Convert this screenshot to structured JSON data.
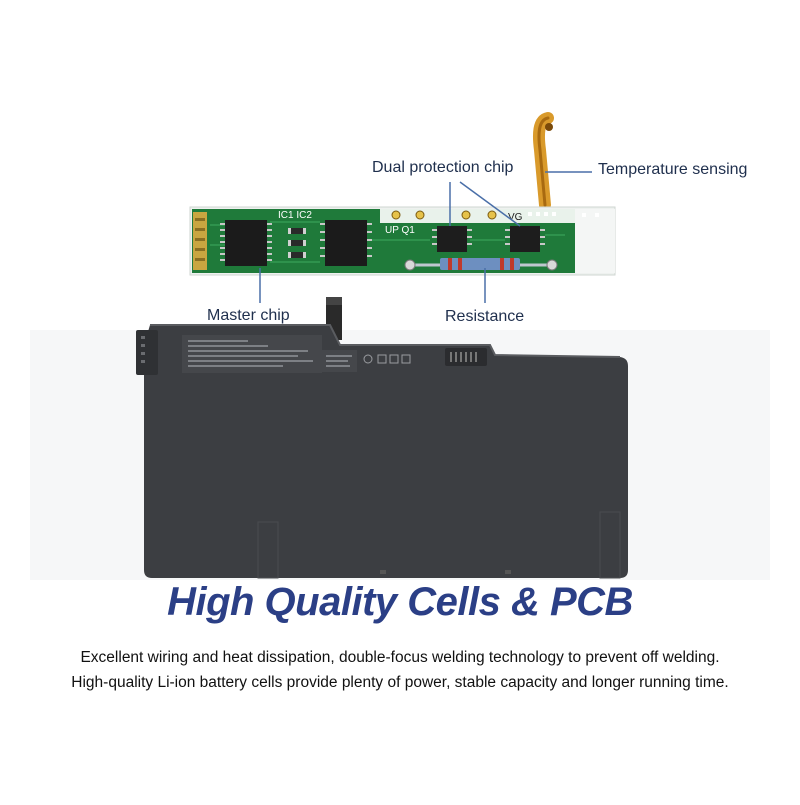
{
  "callouts": {
    "dual_protection_chip": "Dual protection chip",
    "temperature_sensing": "Temperature sensing",
    "master_chip": "Master chip",
    "resistance": "Resistance"
  },
  "pcb_silkscreen": {
    "ic_labels": "IC1 IC2",
    "q_labels": "UP Q1",
    "vg_label": "VG"
  },
  "headline": "High Quality Cells & PCB",
  "description": [
    "Excellent wiring and heat dissipation, double-focus welding technology to prevent off welding.",
    "High-quality Li-ion battery cells provide plenty of power, stable capacity and longer running time."
  ],
  "colors": {
    "headline": "#2b3f86",
    "callout_text": "#1f2f4d",
    "pcb_green": "#1f7a3a",
    "battery_body": "#3c3e42",
    "flex_cable": "#d99a2b"
  }
}
